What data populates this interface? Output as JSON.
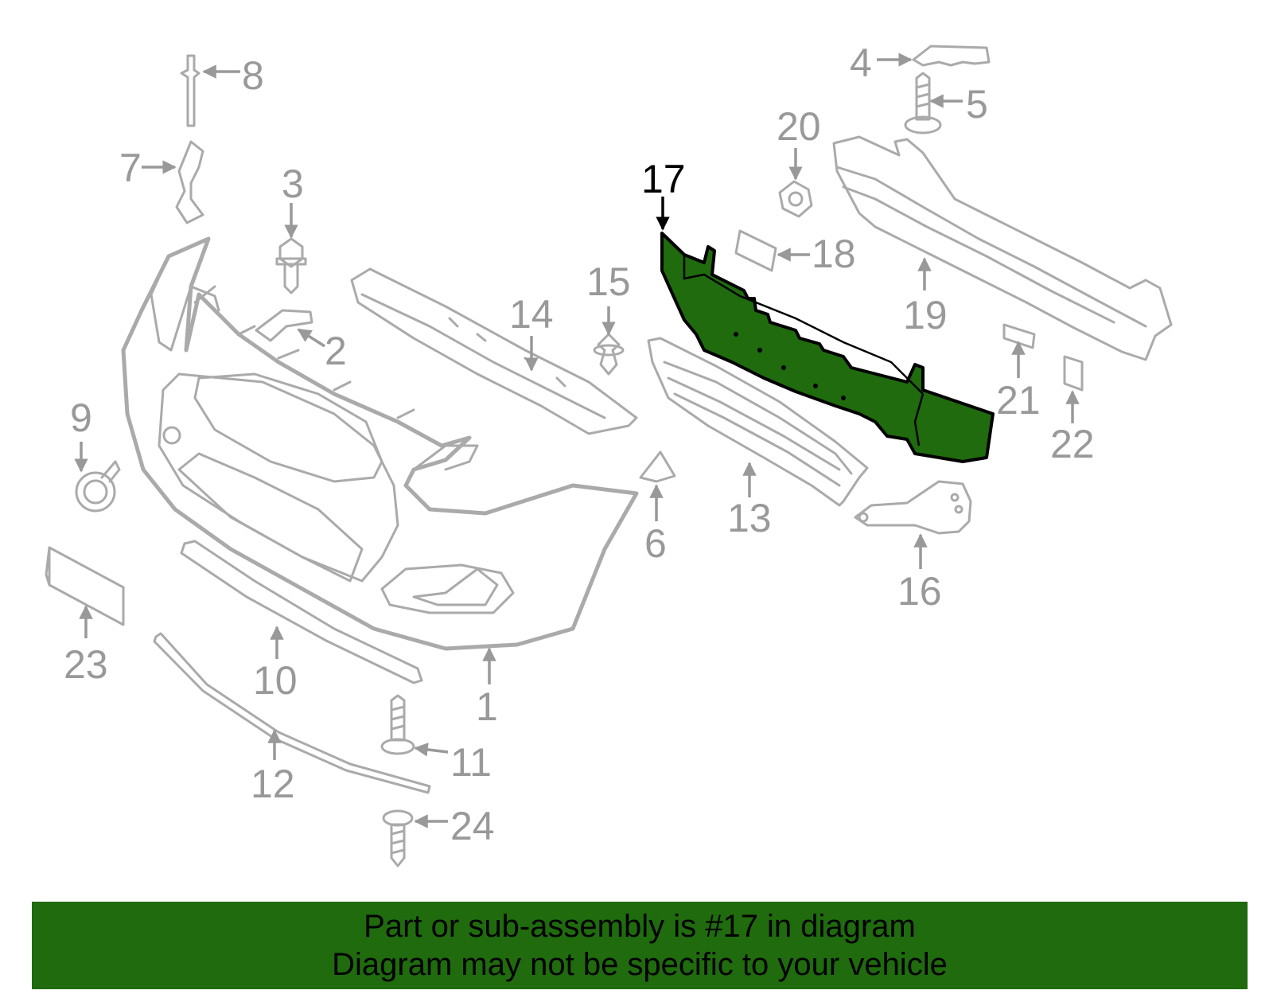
{
  "diagram": {
    "highlight_color": "#1f6b0e",
    "part_line_color": "#aaaaaa",
    "highlighted_part": "17",
    "callouts": [
      "1",
      "2",
      "3",
      "4",
      "5",
      "6",
      "7",
      "8",
      "9",
      "10",
      "11",
      "12",
      "13",
      "14",
      "15",
      "16",
      "17",
      "18",
      "19",
      "20",
      "21",
      "22",
      "23",
      "24"
    ]
  },
  "banner": {
    "line1": "Part or sub-assembly is #17 in diagram",
    "line2": "Diagram may not be specific to your vehicle",
    "background": "#1f6b0e"
  }
}
